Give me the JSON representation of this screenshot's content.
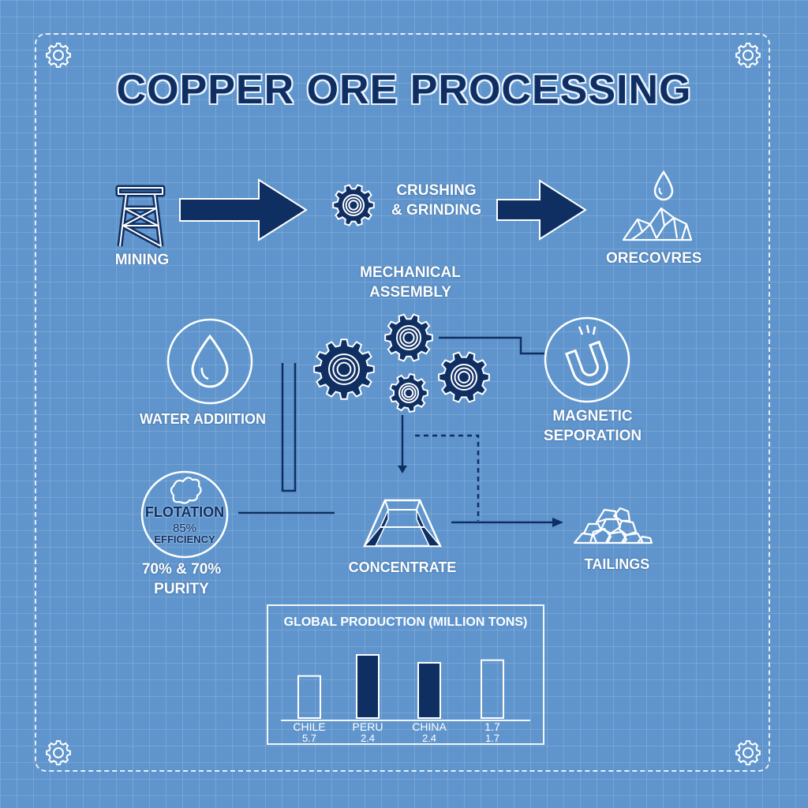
{
  "title": "COPPER ORE PROCESSING",
  "icons": {
    "corner_gear": "gear-icon",
    "mining": "mining-tower-icon",
    "crushing": "gear-icon",
    "ore_recovery": "ore-pile-icon",
    "water": "water-drop-icon",
    "assembly": "gear-cluster-icon",
    "magnet": "magnet-icon",
    "flotation": "flotation-icon",
    "concentrate": "ingot-icon",
    "tailings": "tailings-pile-icon"
  },
  "nodes": {
    "mining": "MINING",
    "crushing_line1": "CRUSHING",
    "crushing_line2": "& GRINDING",
    "ore_recovery": "ORECOVRES",
    "mechanical_line1": "MECHANICAL",
    "mechanical_line2": "ASSEMBLY",
    "water_addition": "WATER ADDIITION",
    "magnetic_line1": "MAGNETIC",
    "magnetic_line2": "SEPORATION",
    "flotation_title": "FLOTATION",
    "flotation_percent": "85%",
    "flotation_efficiency": "EFFICIENCY",
    "purity_line1": "70% & 70%",
    "purity_line2": "PURITY",
    "concentrate": "CONCENTRATE",
    "tailings": "TAILINGS"
  },
  "colors": {
    "background": "#5f95cc",
    "accent_dark": "#0f2f63",
    "line_white": "#ffffff"
  },
  "chart_data": {
    "type": "bar",
    "title": "GLOBAL PRODUCTION (MILLION TONS)",
    "categories": [
      "CHILE",
      "PERU",
      "CHINA",
      "1.7"
    ],
    "value_labels": [
      "5.7",
      "2.4",
      "2.4",
      "1.7"
    ],
    "values": [
      1.6,
      2.4,
      2.1,
      2.2
    ],
    "bar_styles": [
      "outline",
      "filled",
      "filled",
      "outline"
    ],
    "ylim": [
      0,
      3
    ]
  }
}
